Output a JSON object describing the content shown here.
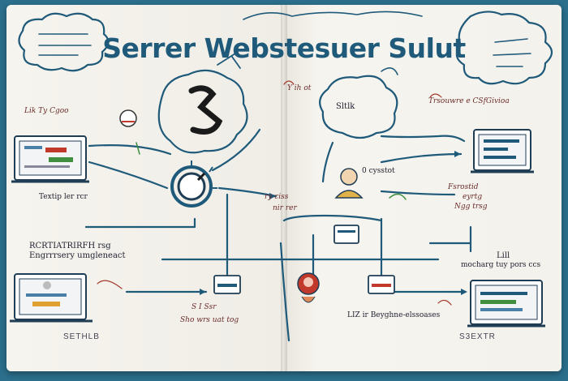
{
  "title": "Serrer Webstesuer Sulut",
  "labels": {
    "top_left_hand": "Lik Ty Cgoo",
    "laptop_left_caption": "Textip ler rcr",
    "left_mid_1": "RCRTIATRIRFH rsg",
    "left_mid_2": "Engrrrsery umgleneact",
    "bottom_left_hand_1": "S I Ssr",
    "bottom_left_hand_2": "Sho wrs uat tog",
    "footer_left": "SETHLB",
    "center_top": "Y ih ot",
    "center_bubble": "Sltlk",
    "center_mid": "ry ciss",
    "center_mid_2": "nir rer",
    "user_label": "0 cysstot",
    "right_top": "Trsouwre e CSfGivioa",
    "right_hand_1": "Fsrostid",
    "right_hand_2": "eyrtg",
    "right_hand_3": "Ngg trsg",
    "right_mid_1": "Lill",
    "right_mid_2": "mocharg tuy pors ccs",
    "bottom_center": "LIZ ir Beyghne-elssoases",
    "footer_right": "S3EXTR"
  },
  "colors": {
    "ink_blue": "#1f5a7a",
    "accent_red": "#c0392b",
    "accent_green": "#3f8f3f"
  }
}
